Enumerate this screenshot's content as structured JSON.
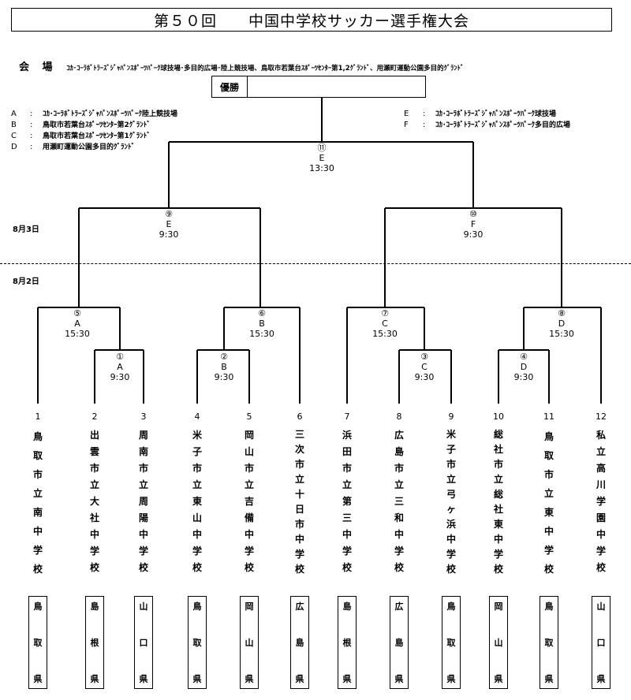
{
  "title": {
    "num": "第５０回",
    "name": "中国中学校サッカー選手権大会"
  },
  "venue": {
    "label": "会 場",
    "text": "ｺｶ･ｺｰﾗﾎﾞﾄﾗｰｽﾞｼﾞｬﾊﾟﾝｽﾎﾟｰﾂﾊﾟｰｸ球技場･多目的広場･陸上競技場、鳥取市若葉台ｽﾎﾟｰﾂｾﾝﾀｰ第1,2ｸﾞﾗﾝﾄﾞ、用瀬町運動公園多目的ｸﾞﾗﾝﾄﾞ"
  },
  "champion_label": "優勝",
  "legend_left": [
    {
      "key": "A",
      "text": "ｺｶ･ｺｰﾗﾎﾞﾄﾗｰｽﾞｼﾞｬﾊﾟﾝｽﾎﾟｰﾂﾊﾟｰｸ陸上競技場"
    },
    {
      "key": "B",
      "text": "鳥取市若葉台ｽﾎﾟｰﾂｾﾝﾀｰ第2ｸﾞﾗﾝﾄﾞ"
    },
    {
      "key": "C",
      "text": "鳥取市若葉台ｽﾎﾟｰﾂｾﾝﾀｰ第1ｸﾞﾗﾝﾄﾞ"
    },
    {
      "key": "D",
      "text": "用瀬町運動公園多目的ｸﾞﾗﾝﾄﾞ"
    }
  ],
  "legend_right": [
    {
      "key": "E",
      "text": "ｺｶ･ｺｰﾗﾎﾞﾄﾗｰｽﾞｼﾞｬﾊﾟﾝｽﾎﾟｰﾂﾊﾟｰｸ球技場"
    },
    {
      "key": "F",
      "text": "ｺｶ･ｺｰﾗﾎﾞﾄﾗｰｽﾞｼﾞｬﾊﾟﾝｽﾎﾟｰﾂﾊﾟｰｸ多目的広場"
    }
  ],
  "legend_colon": ":",
  "dates": {
    "aug3": "8月3日",
    "aug2": "8月2日"
  },
  "matches": [
    {
      "id": "m11",
      "no": "⑪",
      "venue": "E",
      "time": "13:30"
    },
    {
      "id": "m9",
      "no": "⑨",
      "venue": "E",
      "time": "9:30"
    },
    {
      "id": "m10",
      "no": "⑩",
      "venue": "F",
      "time": "9:30"
    },
    {
      "id": "m5",
      "no": "⑤",
      "venue": "A",
      "time": "15:30"
    },
    {
      "id": "m6",
      "no": "⑥",
      "venue": "B",
      "time": "15:30"
    },
    {
      "id": "m7",
      "no": "⑦",
      "venue": "C",
      "time": "15:30"
    },
    {
      "id": "m8",
      "no": "⑧",
      "venue": "D",
      "time": "15:30"
    },
    {
      "id": "m1",
      "no": "①",
      "venue": "A",
      "time": "9:30"
    },
    {
      "id": "m2",
      "no": "②",
      "venue": "B",
      "time": "9:30"
    },
    {
      "id": "m3",
      "no": "③",
      "venue": "C",
      "time": "9:30"
    },
    {
      "id": "m4",
      "no": "④",
      "venue": "D",
      "time": "9:30"
    }
  ],
  "teams": [
    {
      "seed": "1",
      "school": "鳥取市立南中学校",
      "pref": "鳥取県"
    },
    {
      "seed": "2",
      "school": "出雲市立大社中学校",
      "pref": "島根県"
    },
    {
      "seed": "3",
      "school": "周南市立周陽中学校",
      "pref": "山口県"
    },
    {
      "seed": "4",
      "school": "米子市立東山中学校",
      "pref": "鳥取県"
    },
    {
      "seed": "5",
      "school": "岡山市立吉備中学校",
      "pref": "岡山県"
    },
    {
      "seed": "6",
      "school": "三次市立十日市中学校",
      "pref": "広島県"
    },
    {
      "seed": "7",
      "school": "浜田市立第三中学校",
      "pref": "島根県"
    },
    {
      "seed": "8",
      "school": "広島市立三和中学校",
      "pref": "広島県"
    },
    {
      "seed": "9",
      "school": "米子市立弓ヶ浜中学校",
      "pref": "鳥取県"
    },
    {
      "seed": "10",
      "school": "総社市立総社東中学校",
      "pref": "岡山県"
    },
    {
      "seed": "11",
      "school": "鳥取市立東中学校",
      "pref": "鳥取県"
    },
    {
      "seed": "12",
      "school": "私立高川学園中学校",
      "pref": "山口県"
    }
  ]
}
